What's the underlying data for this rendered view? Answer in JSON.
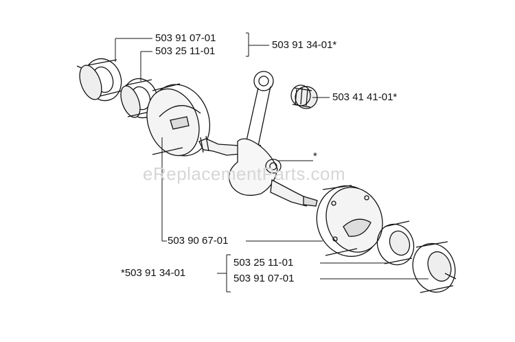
{
  "labels": {
    "top_left_1": "503 91 07-01",
    "top_left_2": "503 25 11-01",
    "top_assembly": "503 91 34-01*",
    "needle_bearing": "503 41 41-01*",
    "crank_star": "*",
    "crank_half": "503 90 67-01",
    "bottom_assembly": "*503 91 34-01",
    "bottom_right_1": "503 25 11-01",
    "bottom_right_2": "503 91 07-01"
  },
  "watermark": "eReplacementParts.com",
  "colors": {
    "line": "#111111",
    "shade": "#bdbdbd",
    "watermark": "#d6d6d6"
  }
}
